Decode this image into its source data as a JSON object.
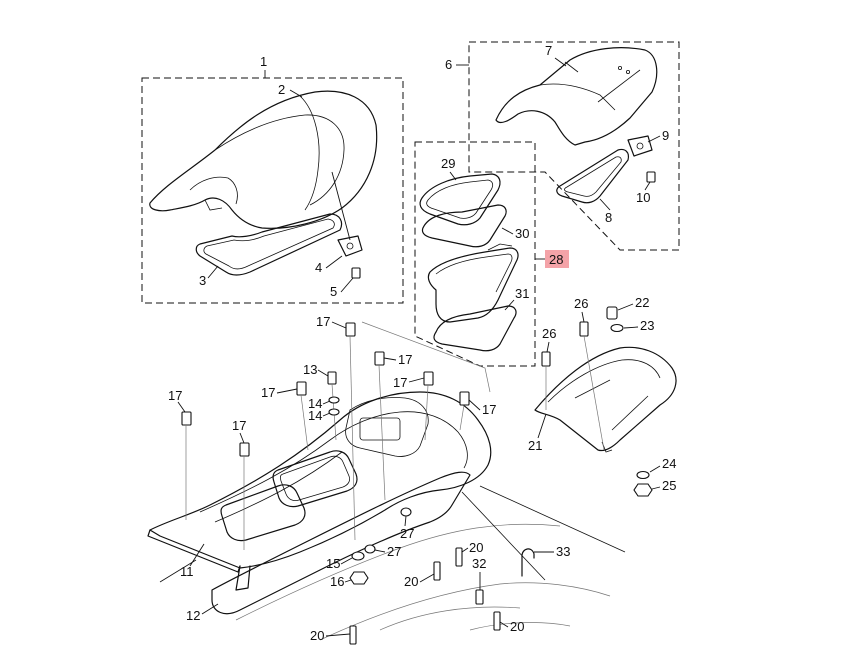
{
  "diagram": {
    "highlight_color": "#f4a3a8",
    "callouts": {
      "c1": "1",
      "c2": "2",
      "c3": "3",
      "c4": "4",
      "c5": "5",
      "c6": "6",
      "c7": "7",
      "c8": "8",
      "c9": "9",
      "c10": "10",
      "c11": "11",
      "c12": "12",
      "c13": "13",
      "c14a": "14",
      "c14b": "14",
      "c15": "15",
      "c16": "16",
      "c17a": "17",
      "c17b": "17",
      "c17c": "17",
      "c17d": "17",
      "c17e": "17",
      "c17f": "17",
      "c17g": "17",
      "c20a": "20",
      "c20b": "20",
      "c20c": "20",
      "c20d": "20",
      "c21": "21",
      "c22": "22",
      "c23": "23",
      "c24": "24",
      "c25": "25",
      "c26a": "26",
      "c26b": "26",
      "c27a": "27",
      "c27b": "27",
      "c28": "28",
      "c29": "29",
      "c30": "30",
      "c31": "31",
      "c32": "32",
      "c33": "33"
    }
  }
}
